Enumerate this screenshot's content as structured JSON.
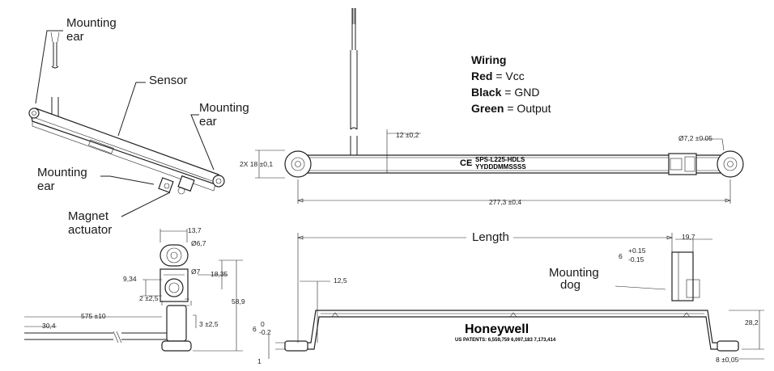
{
  "labels": {
    "mounting_ear_top": [
      "Mounting",
      "ear"
    ],
    "sensor": "Sensor",
    "mounting_ear_right": [
      "Mounting",
      "ear"
    ],
    "mounting_ear_left": [
      "Mounting",
      "ear"
    ],
    "magnet_actuator": [
      "Magnet",
      "actuator"
    ],
    "mounting_dog": [
      "Mounting",
      "dog"
    ],
    "length": "Length"
  },
  "wiring": {
    "title": "Wiring",
    "rows": [
      {
        "color": "Red",
        "value": "= Vcc"
      },
      {
        "color": "Black",
        "value": "= GND"
      },
      {
        "color": "Green",
        "value": "= Output"
      }
    ]
  },
  "part_marking": {
    "ce": "CE",
    "model": "SPS-L225-HDLS",
    "date_code": "YYDDDMMSSSS"
  },
  "brand": {
    "name": "Honeywell",
    "patents": "US PATENTS: 6,559,759 6,097,183 7,173,414"
  },
  "dimensions": {
    "height_pair": "2X 18 ±0,1",
    "cable_height": "12 ±0,2",
    "hole_dia_right": "Ø7,2 ±0.05",
    "overall_length": "277,3 ±0,4",
    "magnet_width": "13,7",
    "magnet_hole": "Ø6,7",
    "magnet_dia": "Ø7",
    "magnet_offset": "9,34",
    "magnet_center": "18,35",
    "magnet_total": "58,9",
    "magnet_tol": "2 ±2,5",
    "magnet_base": "3 ±2,5",
    "cable_length": "575 ±10",
    "cable_strip": "30,4",
    "dog_width": "19,7",
    "dog_offset": "6 +0.15 -0.15",
    "dog_offset_upper": "+0.15",
    "dog_offset_lower": "-0.15",
    "dog_offset_nominal": "6",
    "left_inset": "12,5",
    "side_height": "28,2",
    "base_offset_nom": "6",
    "base_offset_upper": "0",
    "base_offset_lower": "-0.2",
    "base_thickness": "1",
    "foot_height": "8 ±0,05"
  }
}
